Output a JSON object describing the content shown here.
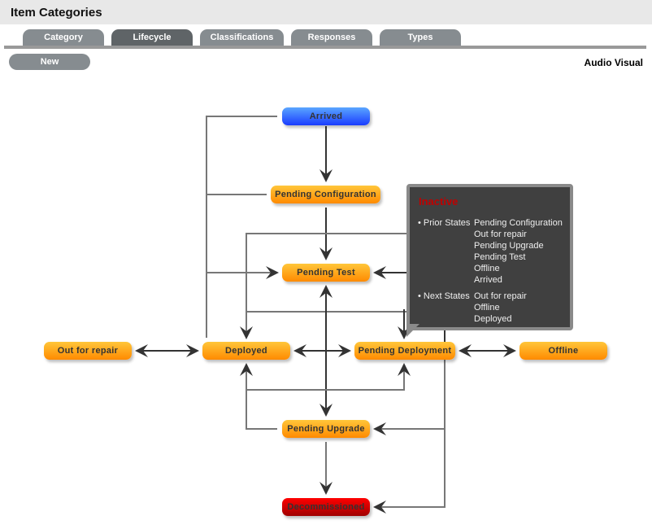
{
  "header": {
    "title": "Item Categories"
  },
  "tabs": [
    {
      "label": "Category"
    },
    {
      "label": "Lifecycle",
      "active": true
    },
    {
      "label": "Classifications"
    },
    {
      "label": "Responses"
    },
    {
      "label": "Types"
    }
  ],
  "toolbar": {
    "new_label": "New",
    "category_name": "Audio Visual"
  },
  "states": {
    "arrived": "Arrived",
    "pending_configuration": "Pending Configuration",
    "pending_test": "Pending Test",
    "out_for_repair": "Out for repair",
    "deployed": "Deployed",
    "pending_deployment": "Pending Deployment",
    "offline": "Offline",
    "pending_upgrade": "Pending Upgrade",
    "decommissioned": "Decommissioned"
  },
  "colors": {
    "default_state": "#ff9f1a",
    "entry_state": "#2a5cff",
    "exit_state": "#d00000",
    "tooltip_title": "#c00000"
  },
  "tooltip": {
    "title": "Inactive",
    "prior_label": "• Prior States",
    "prior": [
      "Pending Configuration",
      "Out for repair",
      "Pending Upgrade",
      "Pending Test",
      "Offline",
      "Arrived"
    ],
    "next_label": "• Next States",
    "next": [
      "Out for repair",
      "Offline",
      "Deployed"
    ]
  }
}
